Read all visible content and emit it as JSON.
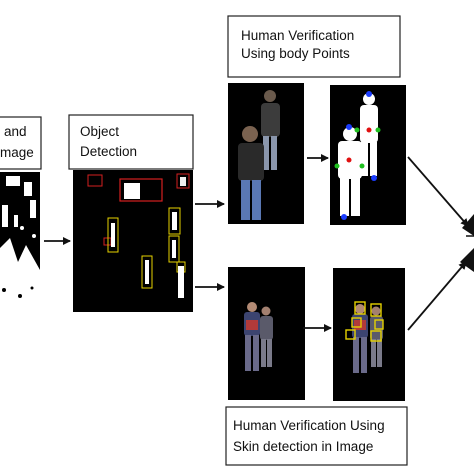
{
  "diagram": {
    "left_box_lines": [
      "and",
      "mage"
    ],
    "object_detection_lines": [
      "Object",
      "Detection"
    ],
    "body_points_lines": [
      "Human Verification",
      "Using body Points"
    ],
    "skin_detection_lines": [
      "Human Verification Using",
      "Skin detection in Image"
    ]
  },
  "colors": {
    "detection_red": "#d42020",
    "detection_yellow": "#e6d200",
    "body_point_blue": "#1a3cff",
    "body_point_green": "#1fc01f",
    "body_point_red": "#e01010"
  }
}
